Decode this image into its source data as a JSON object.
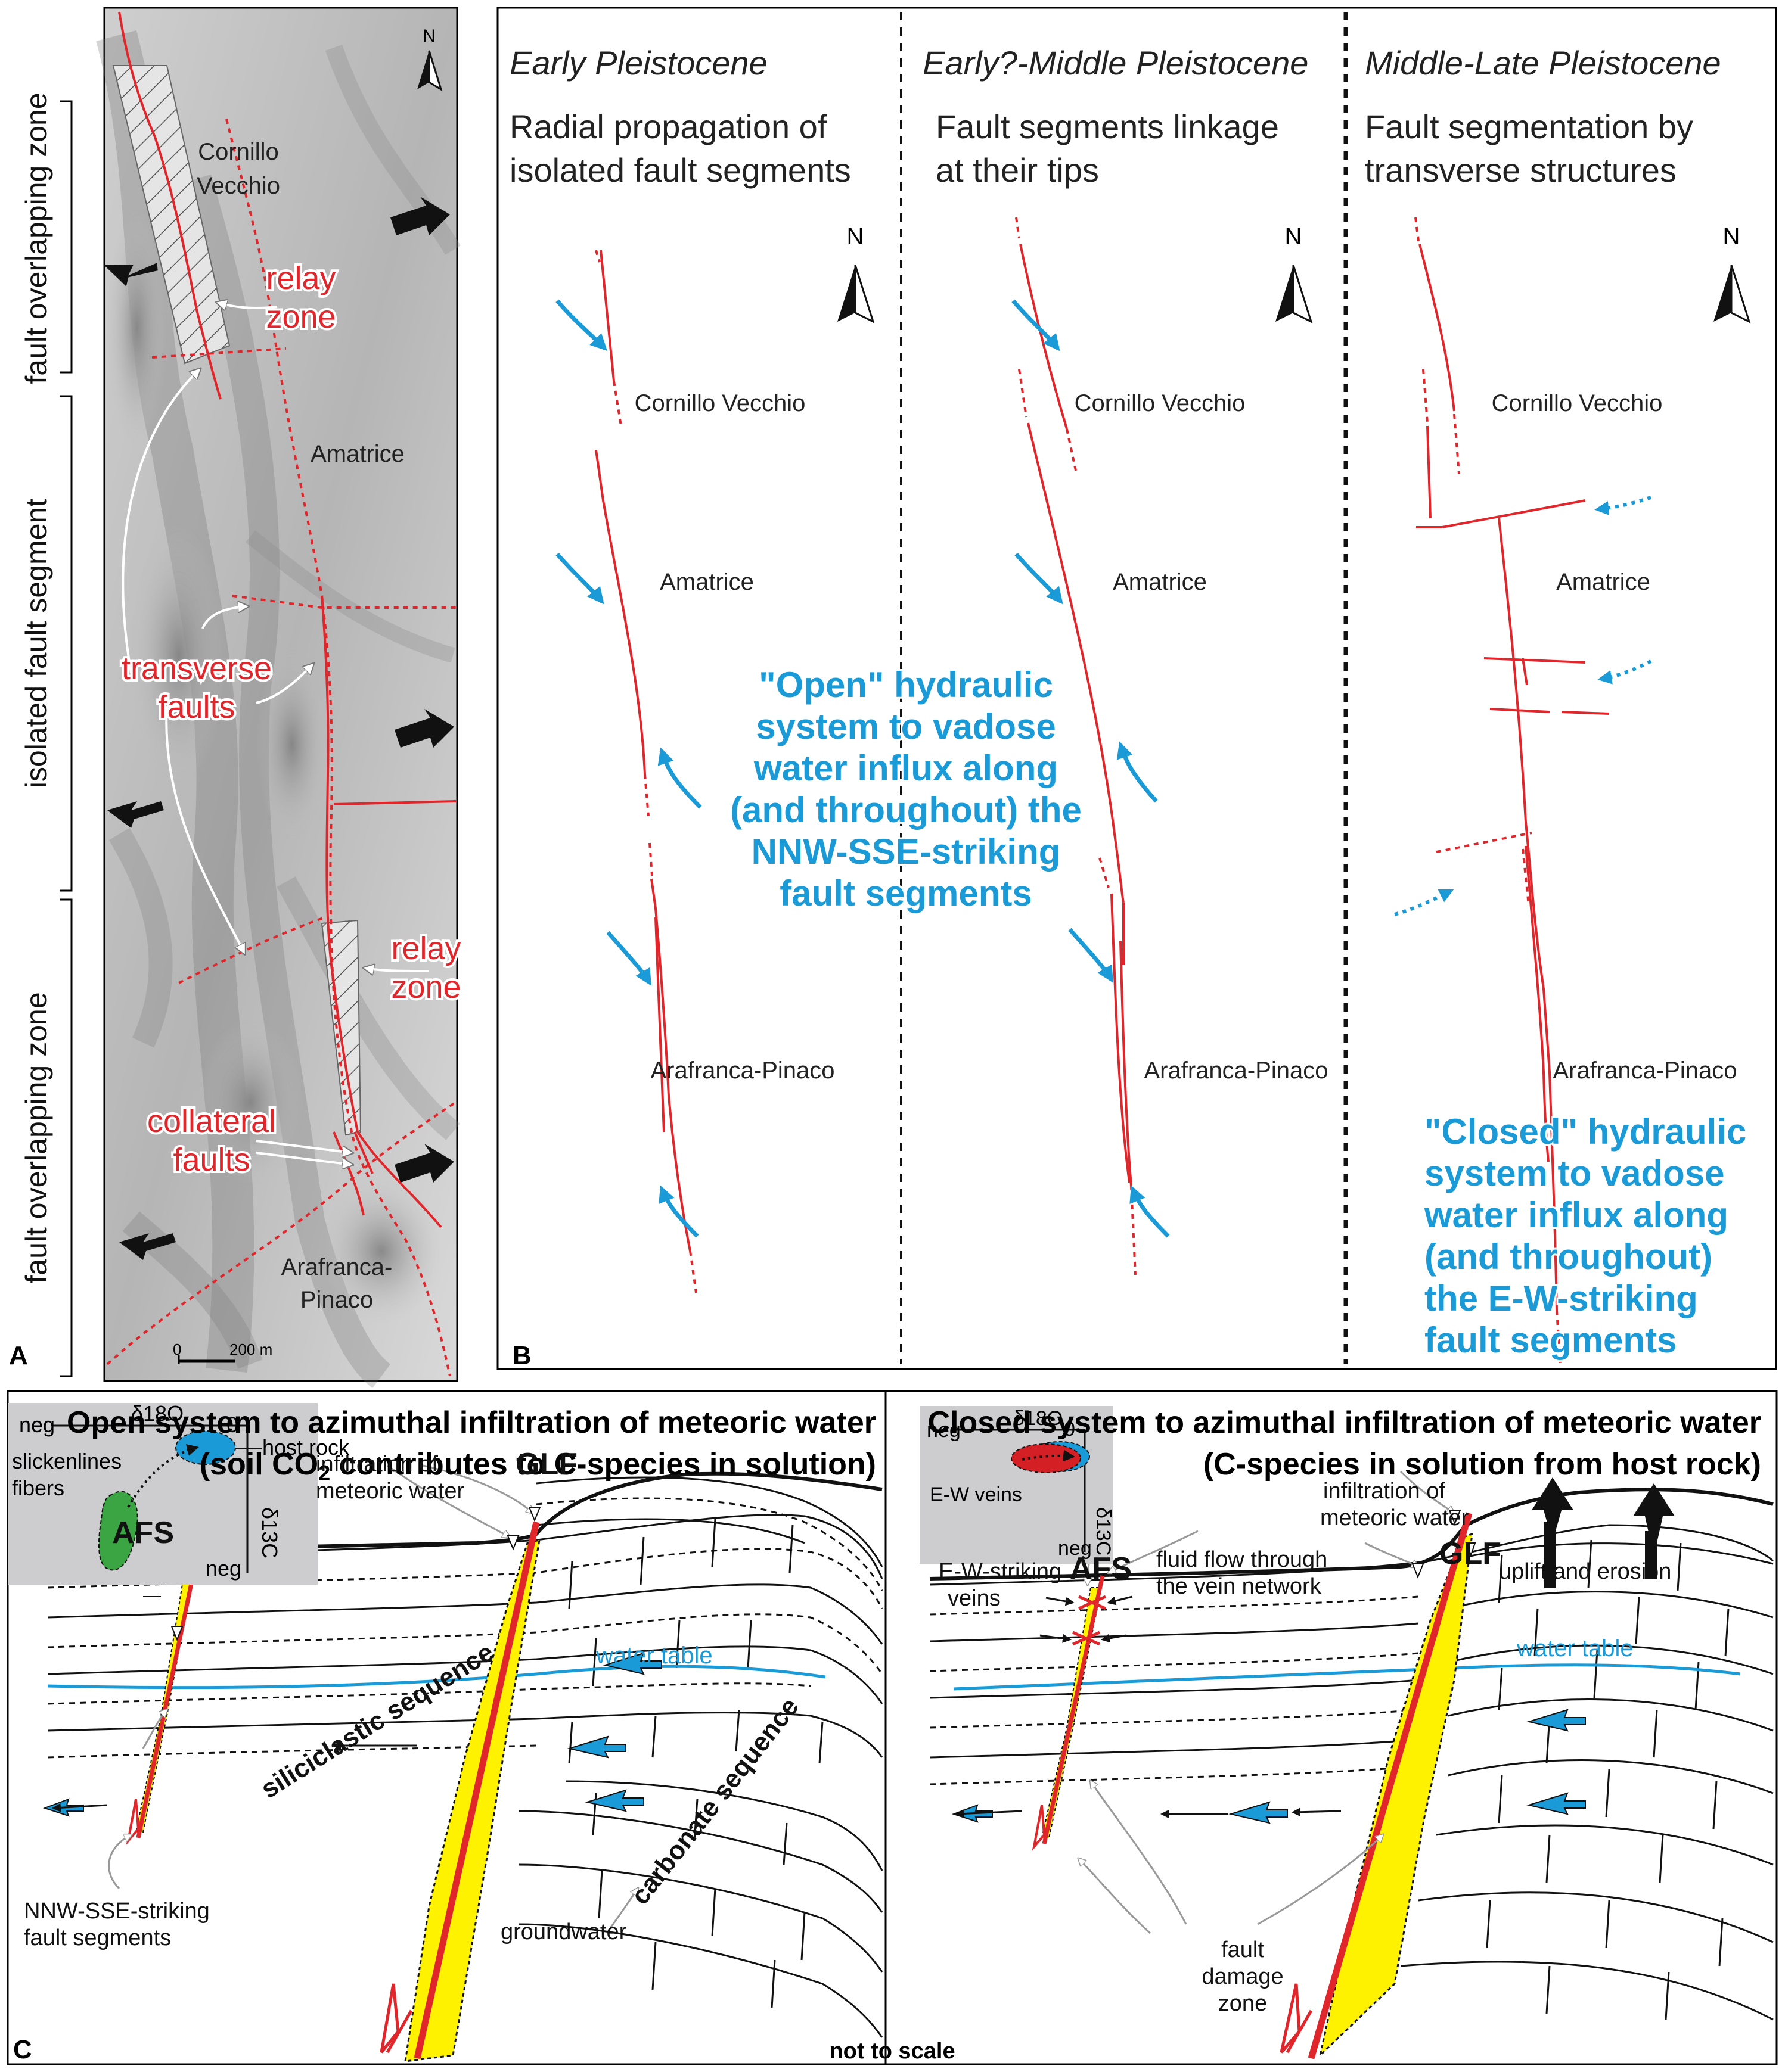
{
  "panel_a": {
    "letter": "A",
    "side_labels": [
      "fault overlapping zone",
      "isolated fault segment",
      "fault overlapping zone"
    ],
    "places": {
      "cornillo_1": "Cornillo",
      "cornillo_2": "Vecchio",
      "amatrice": "Amatrice",
      "arafranca_1": "Arafranca-",
      "arafranca_2": "Pinaco"
    },
    "annotations": {
      "relay_1": "relay",
      "zone_1": "zone",
      "transverse_1": "transverse",
      "transverse_2": "faults",
      "relay_2": "relay",
      "zone_2": "zone",
      "collateral_1": "collateral",
      "collateral_2": "faults"
    },
    "north": "N",
    "scale_zero": "0",
    "scale_label": "200 m"
  },
  "panel_b": {
    "letter": "B",
    "columns": [
      {
        "period": "Early Pleistocene",
        "desc_1": "Radial propagation of",
        "desc_2": "isolated fault segments"
      },
      {
        "period": "Early?-Middle Pleistocene",
        "desc_1": "Fault segments linkage",
        "desc_2": "at their tips"
      },
      {
        "period": "Middle-Late Pleistocene",
        "desc_1": "Fault segmentation by",
        "desc_2": "transverse structures"
      }
    ],
    "places": {
      "cornillo": "Cornillo Vecchio",
      "amatrice": "Amatrice",
      "arafranca": "Arafranca-Pinaco"
    },
    "north": "N",
    "open_text": [
      "\"Open\" hydraulic",
      "system to vadose",
      "water influx along",
      "(and throughout) the",
      "NNW-SSE-striking",
      "fault segments"
    ],
    "closed_text": [
      "\"Closed\" hydraulic",
      "system to vadose",
      "water influx along",
      "(and throughout)",
      "the E-W-striking",
      "fault segments"
    ]
  },
  "panel_c": {
    "letter": "C",
    "footer": "not to scale",
    "left": {
      "title_1": "Open system to azimuthal infiltration of meteoric water",
      "title_2a": "(soil CO",
      "title_2sub": "2",
      "title_2b": " contributes to C-species in solution)",
      "inset": {
        "neg_x": "neg",
        "zero": "0",
        "neg_y": "neg",
        "d18o": "δ18O",
        "d13c": "δ13C",
        "host_rock": "host rock",
        "slick_1": "slickenlines",
        "slick_2": "fibers"
      },
      "labels": {
        "afs": "AFS",
        "glf": "GLF",
        "infil_1": "infiltration of",
        "infil_2": "meteoric water",
        "water_table": "water table",
        "silici": "siliciclastic sequence",
        "carbonate": "carbonate sequence",
        "groundwater": "groundwater",
        "nnw_1": "NNW-SSE-striking",
        "nnw_2": "fault segments"
      }
    },
    "right": {
      "title_1": "Closed system to azimuthal infiltration of meteoric water",
      "title_2": "(C-species in solution from host rock)",
      "inset": {
        "neg_x": "neg",
        "zero": "0",
        "neg_y": "neg",
        "d18o": "δ18O",
        "d13c": "δ13C",
        "ew_veins": "E-W veins"
      },
      "labels": {
        "afs": "AFS",
        "glf": "GLF",
        "infil_1": "infiltration of",
        "infil_2": "meteoric water",
        "uplift": "uplift and erosion",
        "ewv_1": "E-W-striking",
        "ewv_2": "veins",
        "ff_1": "fluid flow through",
        "ff_2": "the vein network",
        "water_table": "water table",
        "fd_1": "fault",
        "fd_2": "damage",
        "fd_3": "zone"
      }
    }
  },
  "colors": {
    "fault_red": "#e0252b",
    "blue": "#1a9ad6",
    "yellow": "#fff200",
    "inset_gray": "#cdcdcf",
    "green": "#3aa542"
  }
}
